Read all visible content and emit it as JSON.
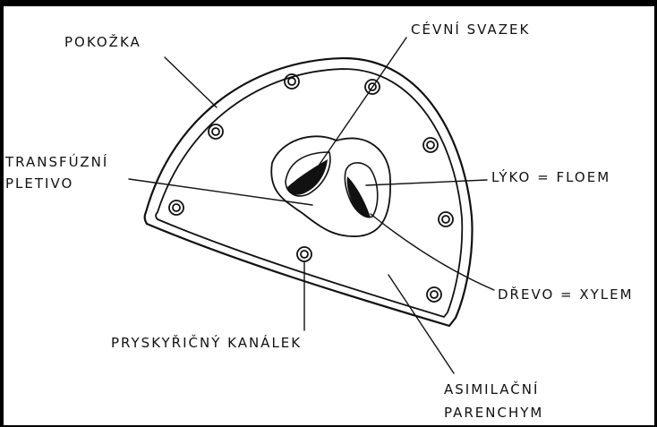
{
  "diagram": {
    "labels": {
      "pokozka": "POKOŽKA",
      "cevni_svazek": "CÉVNÍ SVAZEK",
      "transfuzni_1": "TRANSFÚZNÍ",
      "transfuzni_2": "PLETIVO",
      "lyko": "LÝKO = FLOEM",
      "drevo": "DŘEVO = XYLEM",
      "pryskyricny": "PRYSKYŘIČNÝ KANÁLEK",
      "asimilacni_1": "ASIMILAČNÍ",
      "asimilacni_2": "PARENCHYM"
    },
    "colors": {
      "ink": "#111111",
      "paper": "#ffffff",
      "frame": "#000000"
    }
  }
}
